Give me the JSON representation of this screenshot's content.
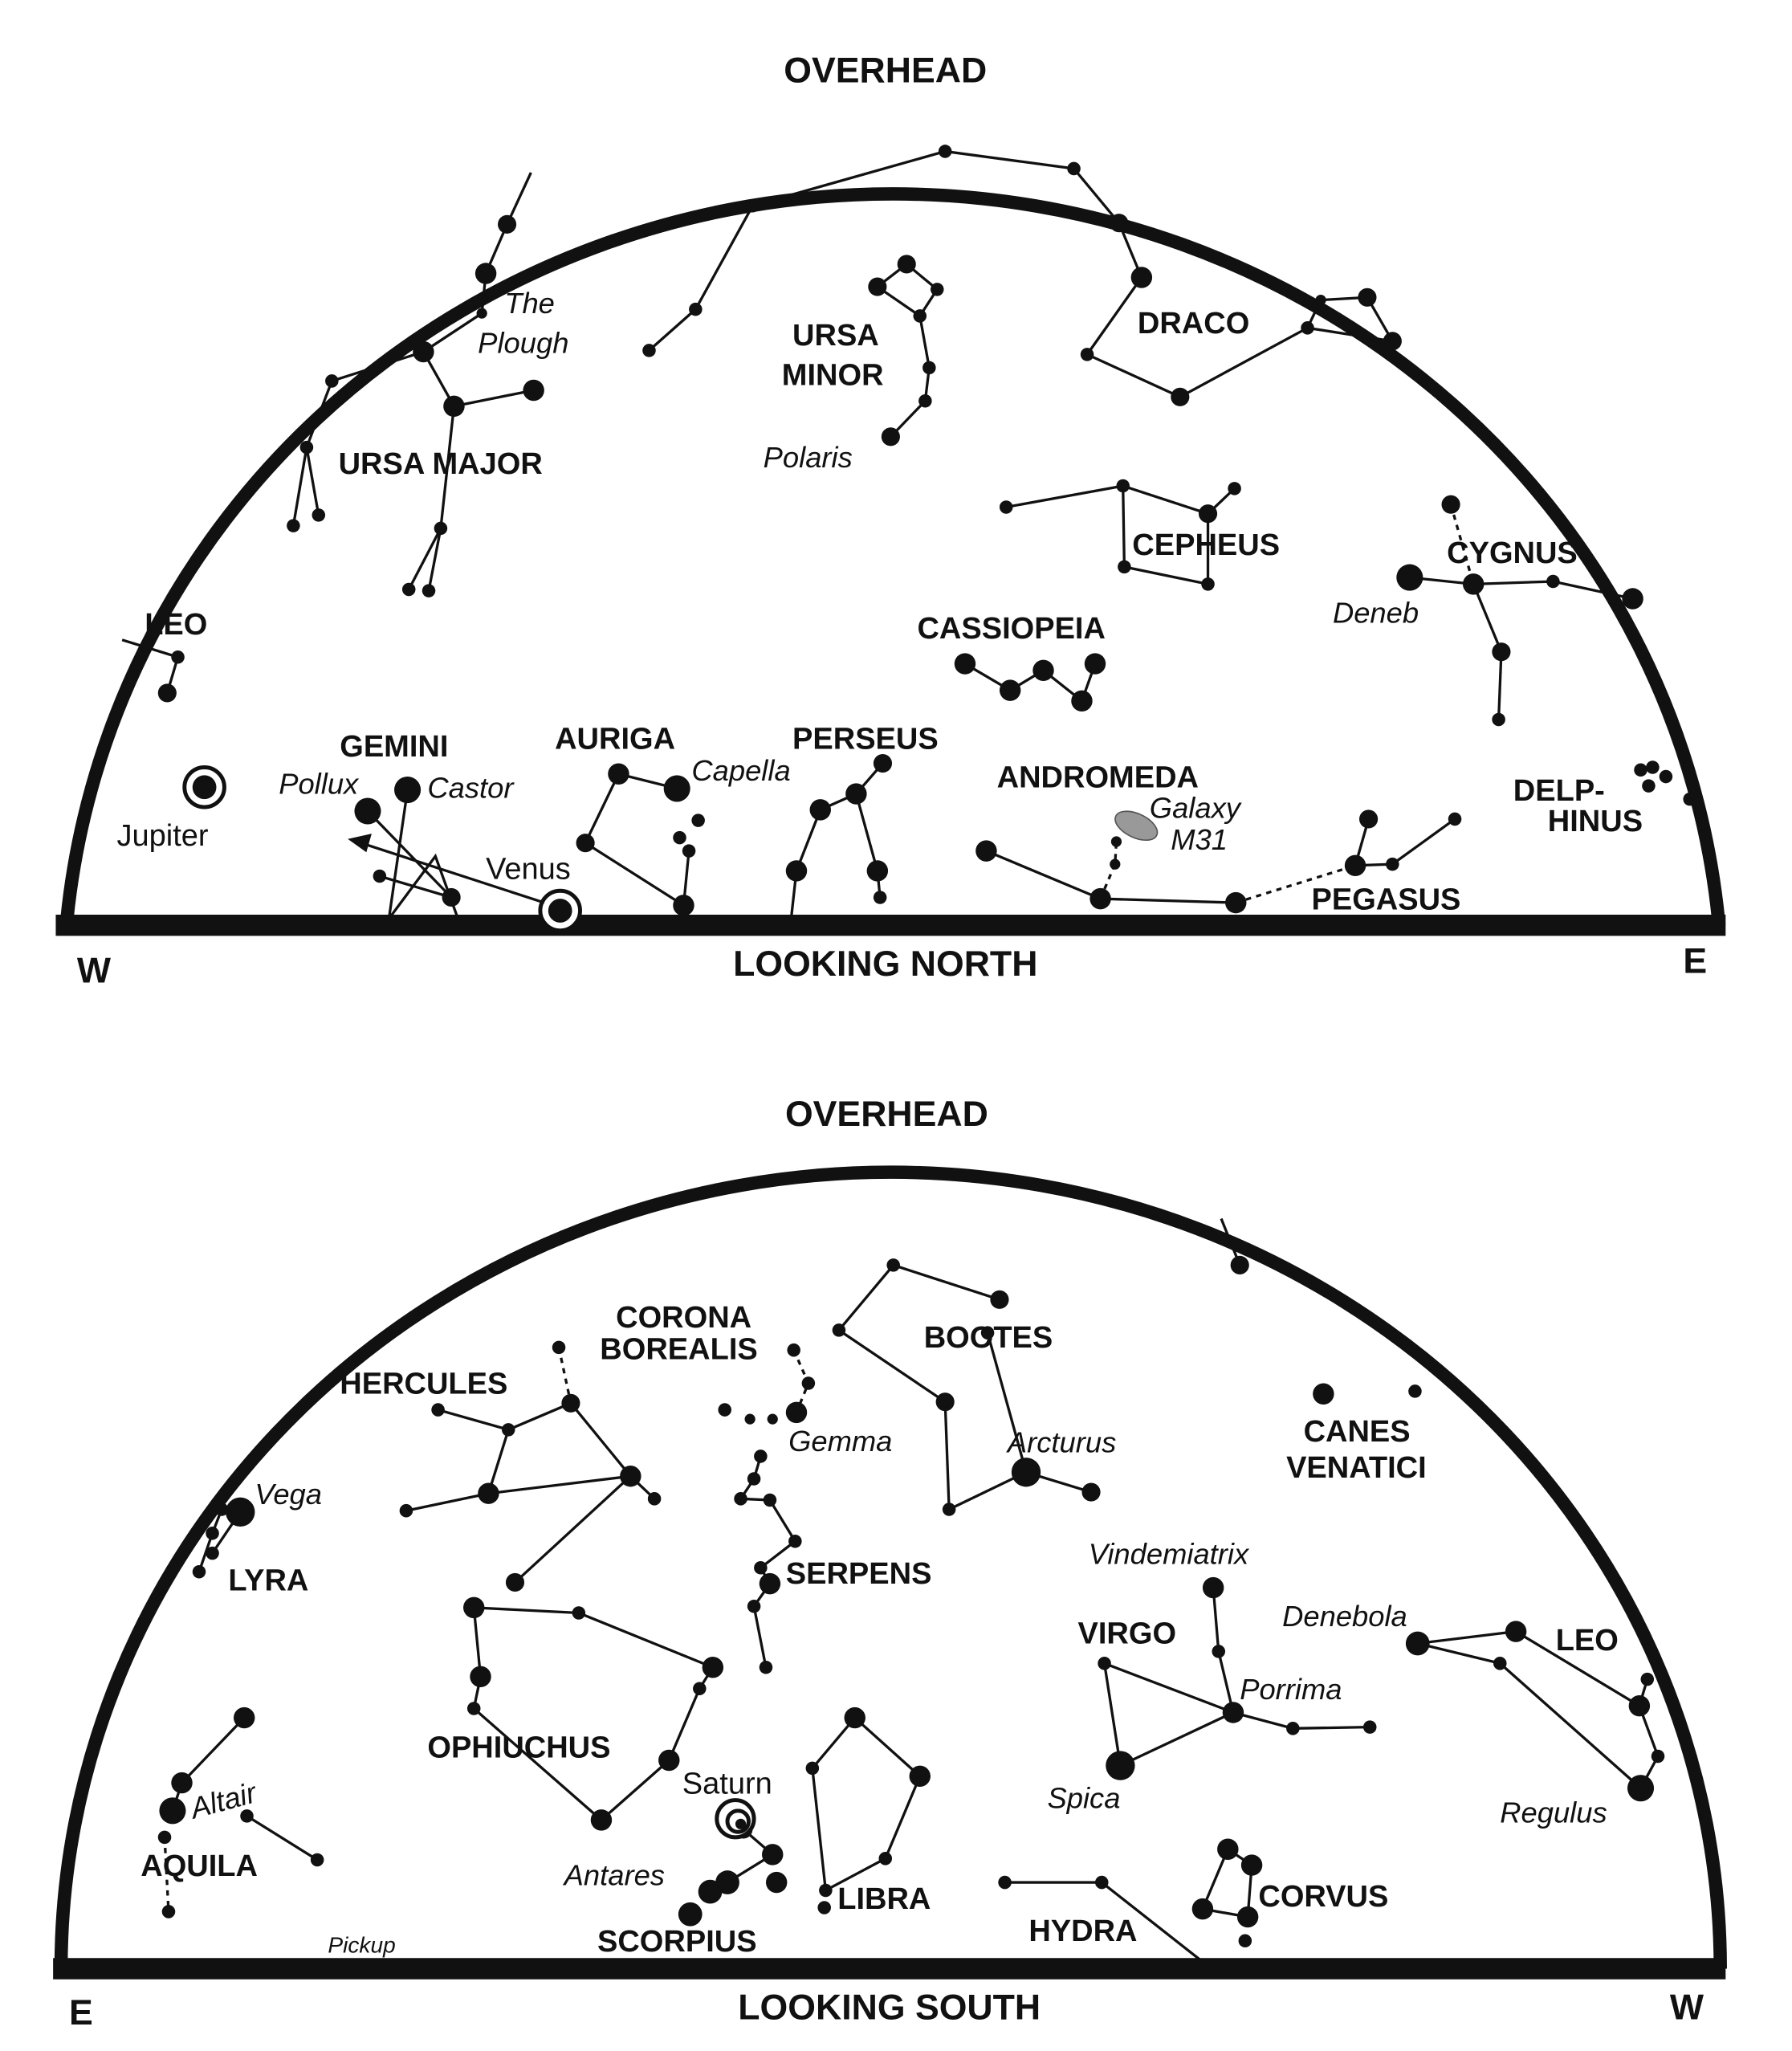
{
  "north_chart": {
    "overhead": "OVERHEAD",
    "direction": "LOOKING NORTH",
    "left": "W",
    "right": "E",
    "labels": {
      "the": "The",
      "plough": "Plough",
      "ursa_major": "URSA MAJOR",
      "ursa": "URSA",
      "minor": "MINOR",
      "polaris": "Polaris",
      "draco": "DRACO",
      "cepheus": "CEPHEUS",
      "cygnus": "CYGNUS",
      "deneb": "Deneb",
      "cassiopeia": "CASSIOPEIA",
      "leo": "LEO",
      "gemini": "GEMINI",
      "pollux": "Pollux",
      "castor": "Castor",
      "jupiter": "Jupiter",
      "venus": "Venus",
      "auriga": "AURIGA",
      "capella": "Capella",
      "perseus": "PERSEUS",
      "andromeda": "ANDROMEDA",
      "galaxy": "Galaxy",
      "m31": "M31",
      "delp": "DELP-",
      "hinus": "HINUS",
      "pegasus": "PEGASUS"
    }
  },
  "south_chart": {
    "overhead": "OVERHEAD",
    "direction": "LOOKING SOUTH",
    "left": "E",
    "right": "W",
    "labels": {
      "corona": "CORONA",
      "borealis": "BOREALIS",
      "bootes": "BOOTES",
      "hercules": "HERCULES",
      "gemma": "Gemma",
      "arcturus": "Arcturus",
      "canes": "CANES",
      "venatici": "VENATICI",
      "vega": "Vega",
      "lyra": "LYRA",
      "serpens": "SERPENS",
      "vindemiatrix": "Vindemiatrix",
      "denebola": "Denebola",
      "leo": "LEO",
      "virgo": "VIRGO",
      "porrima": "Porrima",
      "ophiuchus": "OPHIUCHUS",
      "saturn": "Saturn",
      "altair": "Altair",
      "aquila": "AQUILA",
      "spica": "Spica",
      "regulus": "Regulus",
      "antares": "Antares",
      "libra": "LIBRA",
      "corvus": "CORVUS",
      "hydra": "HYDRA",
      "pickup": "Pickup",
      "scorpius": "SCORPIUS"
    }
  },
  "colors": {
    "ink": "#111111",
    "galaxy": "#999999"
  }
}
